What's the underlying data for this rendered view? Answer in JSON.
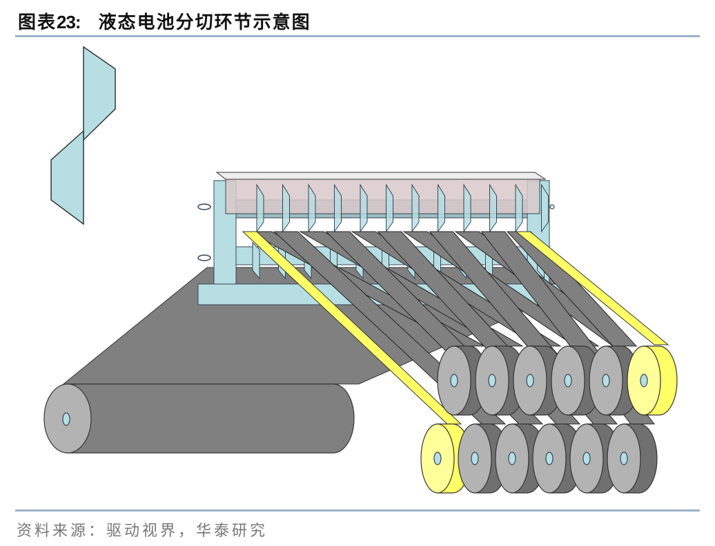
{
  "figure": {
    "label": "图表",
    "number": "23:",
    "title": "液态电池分切环节示意图"
  },
  "source": {
    "label": "资料来源：",
    "text": "驱动视界，华泰研究"
  },
  "diagram": {
    "type": "slitting-machine-schematic",
    "components": [
      "mother-roll",
      "electrode-web",
      "slitter-frame",
      "circular-knives",
      "slit-strips",
      "rewind-reels-upper",
      "rewind-reels-lower",
      "edge-trim-reels",
      "blade-detail"
    ],
    "upper_reel_count": 6,
    "lower_reel_count": 6,
    "knife_count": 12,
    "colors": {
      "web": "#808080",
      "reel_face": "#b3b3b3",
      "reel_side": "#707070",
      "frame": "#b7dfe3",
      "cover": "#d9c9c9",
      "edge_trim": "#ffff66",
      "edge_trim_face": "#ffff99",
      "hub": "#b7dfe3",
      "outline": "#2a3a3a"
    }
  }
}
